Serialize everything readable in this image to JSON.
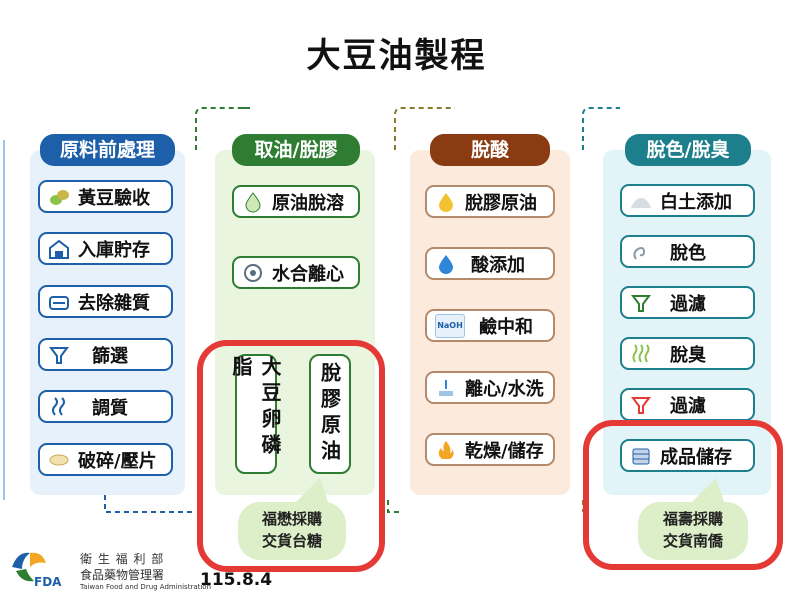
{
  "title": "大豆油製程",
  "columns": [
    {
      "header": "原料前處理",
      "steps": [
        "黃豆驗收",
        "入庫貯存",
        "去除雜質",
        "篩選",
        "調質",
        "破碎/壓片"
      ]
    },
    {
      "header": "取油/脫膠",
      "steps": [
        "原油脫溶",
        "水合離心"
      ],
      "branches": [
        "大豆卵磷脂",
        "脫膠原油"
      ],
      "callout": [
        "福懋採購",
        "交貨台糖"
      ]
    },
    {
      "header": "脫酸",
      "steps": [
        "脫膠原油",
        "酸添加",
        "鹼中和",
        "離心/水洗",
        "乾燥/儲存"
      ]
    },
    {
      "header": "脫色/脫臭",
      "steps": [
        "白土添加",
        "脫色",
        "過濾",
        "脫臭",
        "過濾",
        "成品儲存"
      ],
      "callout": [
        "福壽採購",
        "交貨南僑"
      ]
    }
  ],
  "naoh_label": "NaOH",
  "footer": {
    "org_line1": "衛 生 福 利 部",
    "org_line2": "食品藥物管理署",
    "org_en": "Taiwan Food and Drug Administration",
    "logo_text": "FDA",
    "date": "115.8.4"
  },
  "colors": {
    "col1_header": "#1d5fa8",
    "col1_panel": "#e6f1fb",
    "col2_header": "#2e7d32",
    "col2_panel": "#eaf5e0",
    "col3_header": "#8a3b12",
    "col3_panel": "#fcebdc",
    "col4_header": "#1d7f8c",
    "col4_panel": "#e2f4f7",
    "highlight": "#e53935"
  }
}
